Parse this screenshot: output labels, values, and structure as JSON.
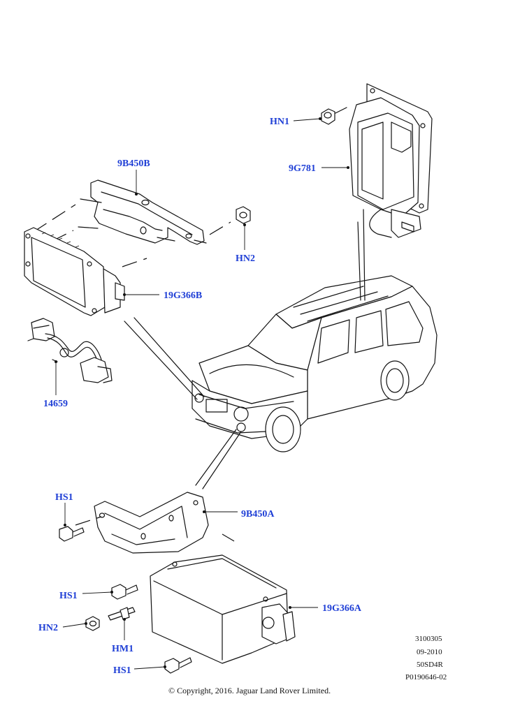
{
  "callouts": {
    "hn1": "HN1",
    "ecu_9g781": "9G781",
    "bracket_9b450b": "9B450B",
    "hn2_top": "HN2",
    "sensor_19g366b": "19G366B",
    "harness_14659": "14659",
    "hs1_left": "HS1",
    "bracket_9b450a": "9B450A",
    "hs1_mid": "HS1",
    "sensor_19g366a": "19G366A",
    "hn2_bottom": "HN2",
    "hm1": "HM1",
    "hs1_bottom": "HS1"
  },
  "meta": {
    "code1": "3100305",
    "date": "09-2010",
    "code2": "50SD4R",
    "ref": "P0190646-02"
  },
  "copyright": "© Copyright, 2016. Jaguar Land Rover Limited.",
  "colors": {
    "callout": "#1f3fd6",
    "lines": "#111111"
  }
}
